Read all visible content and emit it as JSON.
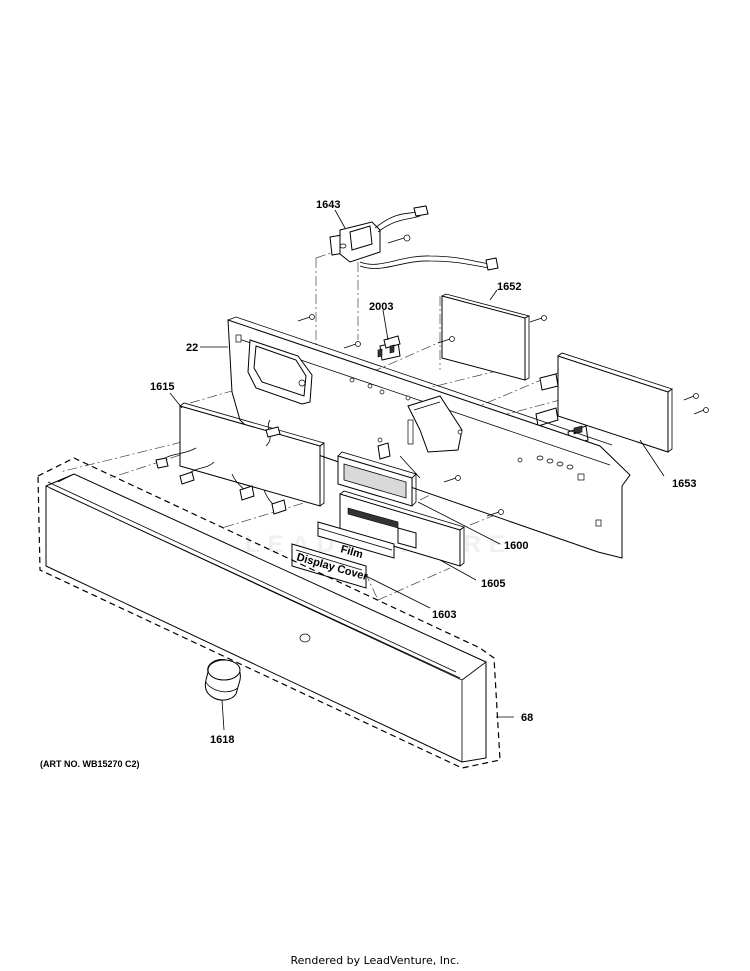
{
  "callouts": {
    "c1643": "1643",
    "c2003": "2003",
    "c1652": "1652",
    "c22": "22",
    "c1615": "1615",
    "c1653": "1653",
    "c1600": "1600",
    "c1605": "1605",
    "c1603": "1603",
    "c68": "68",
    "c1618": "1618"
  },
  "part_labels": {
    "film": "Film",
    "display_cover": "Display Cover"
  },
  "art_number": "(ART NO. WB15270 C2)",
  "footer": "Rendered by LeadVenture, Inc.",
  "watermark": "LEADVENTURE"
}
